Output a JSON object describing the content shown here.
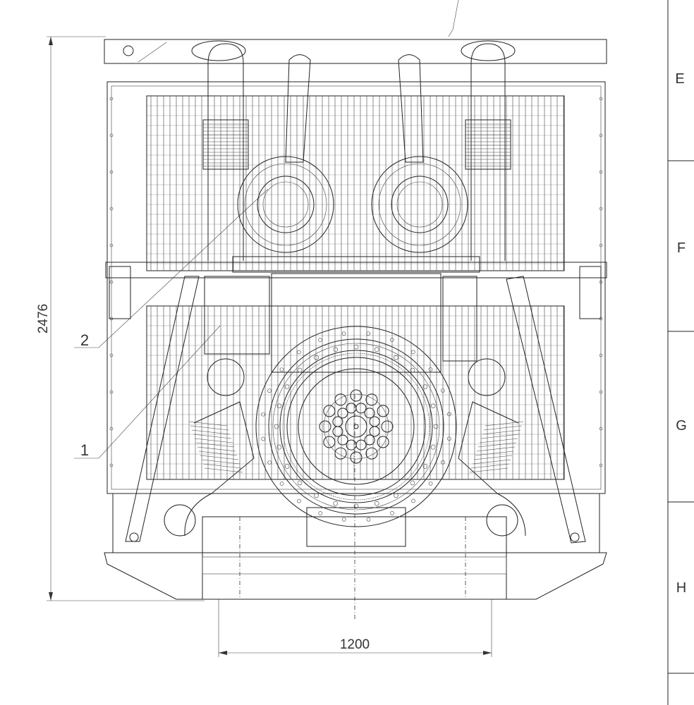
{
  "drawing": {
    "dimensions": {
      "overall_height": "2476",
      "skid_width": "1200"
    },
    "balloons": {
      "item_1": "1",
      "item_2": "2"
    },
    "zones": [
      "E",
      "F",
      "G",
      "H"
    ],
    "line_color": "#222222",
    "background": "#ffffff"
  }
}
